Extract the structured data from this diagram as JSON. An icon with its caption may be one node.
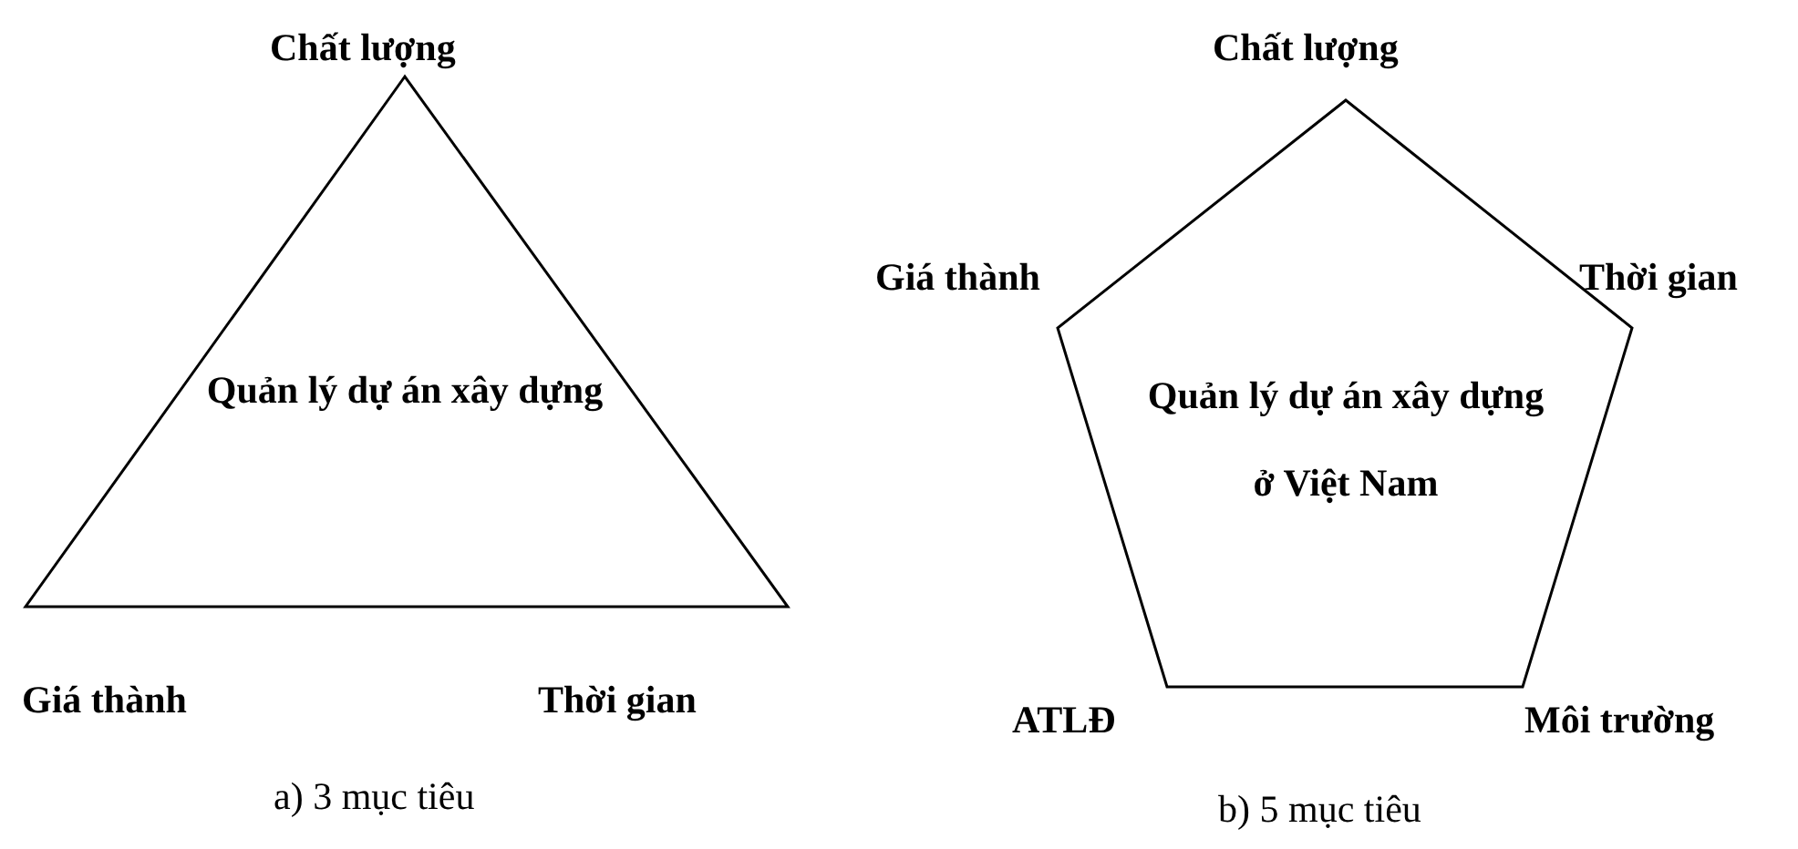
{
  "diagram": {
    "nodes": [
      {
        "text": [
          "Quản lý dự án xây dựng"
        ]
      },
      {
        "text": [
          "Quản lý dự án xây dựng ở Việt Nam"
        ]
      }
    ],
    "edges": [],
    "labels": [
      "Chất lượng",
      "Chất lượng",
      "Giá thành",
      "Thời gian",
      "Giá thành",
      "Thời gian",
      "ATLĐ",
      "Môi trường",
      "a) 3 mục tiêu",
      "b) 5 mục tiêu"
    ]
  }
}
